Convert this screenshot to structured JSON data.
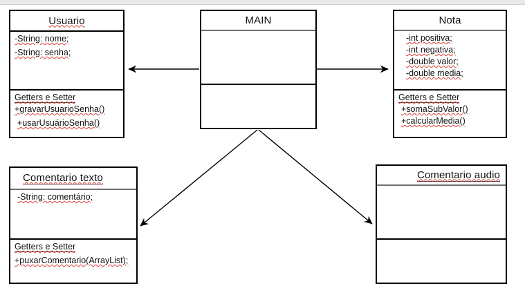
{
  "diagram": {
    "kind": "uml-class-diagram",
    "background": "#ffffff",
    "line_color": "#000000",
    "spellcheck_underline_color": "#e0403a",
    "top_band_color": "#e9e9e9"
  },
  "classes": {
    "usuario": {
      "name": "Usuario",
      "attributes": [
        "-String: nome;",
        "-String: senha;"
      ],
      "methods_header": "Getters e Setter",
      "methods": [
        "+gravarUsuarioSenha()",
        "+usarUsuárioSenha()"
      ]
    },
    "main": {
      "name": "MAIN",
      "attributes": [],
      "methods_header": "",
      "methods": []
    },
    "nota": {
      "name": "Nota",
      "attributes": [
        "-int positiva;",
        "-int negativa;",
        "-double valor;",
        "-double media;"
      ],
      "methods_header": "Getters e Setter",
      "methods": [
        "+somaSubValor()",
        "+calcularMedia()"
      ]
    },
    "comentario_texto": {
      "name": "Comentario texto",
      "attributes": [
        "-String: comentário;"
      ],
      "methods_header": "Getters e Setter",
      "methods": [
        "+puxarComentario(ArrayList);"
      ]
    },
    "comentario_audio": {
      "name": "Comentario audio",
      "attributes": [],
      "methods_header": "",
      "methods": []
    }
  },
  "connections": [
    {
      "id": "main-to-usuario",
      "from": "MAIN",
      "to": "Usuario",
      "style": "solid",
      "arrow": "open-arrow-at-target"
    },
    {
      "id": "main-to-nota",
      "from": "MAIN",
      "to": "Nota",
      "style": "solid",
      "arrow": "open-arrow-at-target"
    },
    {
      "id": "main-to-comentario-texto",
      "from": "MAIN",
      "to": "Comentario texto",
      "style": "solid",
      "arrow": "open-arrow-at-target"
    },
    {
      "id": "main-to-comentario-audio",
      "from": "MAIN",
      "to": "Comentario audio",
      "style": "solid",
      "arrow": "open-arrow-at-target"
    }
  ]
}
